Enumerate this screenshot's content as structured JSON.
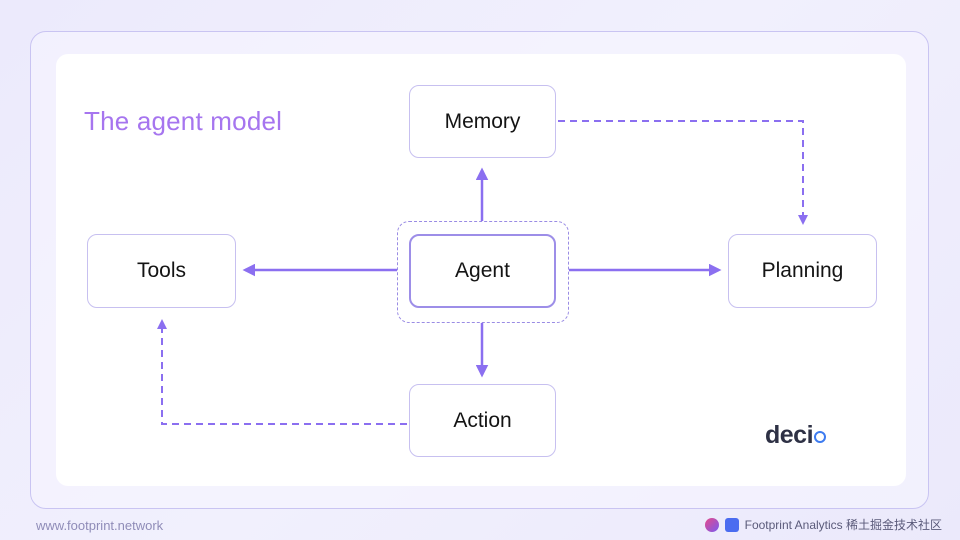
{
  "diagram": {
    "title": "The agent model",
    "nodes": {
      "memory": "Memory",
      "tools": "Tools",
      "agent": "Agent",
      "planning": "Planning",
      "action": "Action"
    },
    "edges": [
      {
        "from": "agent",
        "to": "memory",
        "style": "solid"
      },
      {
        "from": "agent",
        "to": "tools",
        "style": "solid"
      },
      {
        "from": "agent",
        "to": "planning",
        "style": "solid"
      },
      {
        "from": "agent",
        "to": "action",
        "style": "solid"
      },
      {
        "from": "memory",
        "to": "planning",
        "style": "dashed"
      },
      {
        "from": "action",
        "to": "tools",
        "style": "dashed"
      }
    ],
    "accent_color": "#8b6ff0",
    "title_color": "#a675ef"
  },
  "branding": {
    "logo_text": "deci",
    "footer_url": "www.footprint.network",
    "partner_text": "Footprint Analytics  稀土掘金技术社区"
  }
}
